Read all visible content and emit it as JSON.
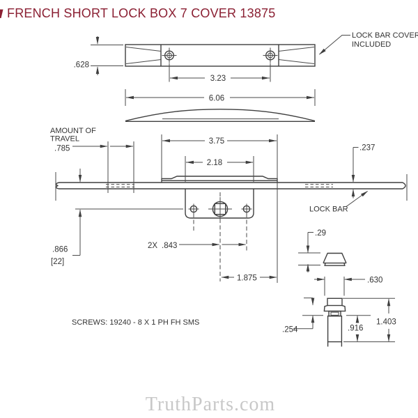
{
  "title": "FRENCH SHORT LOCK BOX 7 COVER 13875",
  "watermark": "TruthParts.com",
  "callouts": {
    "cover_line1": "LOCK BAR COVER",
    "cover_line2": "INCLUDED",
    "travel_line1": "AMOUNT OF",
    "travel_line2": "TRAVEL",
    "lock_bar": "LOCK BAR",
    "screws": "SCREWS: 19240 - 8 X 1 PH FH SMS"
  },
  "dims": {
    "cover_height": ".628",
    "screw_spacing": "3.23",
    "cover_length": "6.06",
    "faceplate_length": "3.75",
    "housing_width": "2.18",
    "travel": ".785",
    "bar_thickness": ".237",
    "center_height_in": ".866",
    "center_height_mm": "[22]",
    "hole_offset_qty": "2X",
    "hole_offset": ".843",
    "center_to_end": "1.875",
    "cap_height": ".29",
    "cap_width": ".630",
    "collar": ".254",
    "stem": ".916",
    "overall": "1.403"
  },
  "colors": {
    "background": "#ffffff",
    "line": "#3f3f3f",
    "text": "#333333",
    "title": "#8b2033",
    "watermark": "#c8c8c8"
  }
}
